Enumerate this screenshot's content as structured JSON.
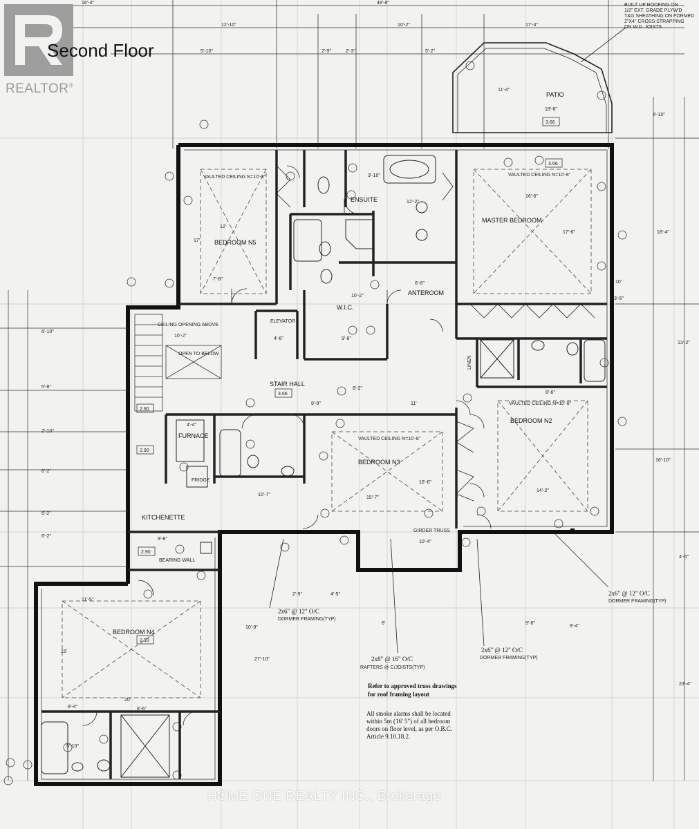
{
  "header": {
    "title": "Second Floor"
  },
  "branding": {
    "realtor_wordmark": "REALTOR",
    "realtor_mark": "®",
    "watermark": "HOME ONE REALTY INC., Brokerage"
  },
  "rooms": {
    "bedroom_n5": "BEDROOM N5",
    "ensuite": "ENSUITE",
    "master_bedroom": "MASTER BEDROOM",
    "patio": "PATIO",
    "elevator": "ELEVATOR",
    "wic": "W.I.C.",
    "anteroom": "ANTEROOM",
    "stair_hall": "STAIR HALL",
    "open_to_below": "OPEN TO BELOW",
    "linen": "LINEN",
    "furnace": "FURNACE",
    "kitchenette": "KITCHENETTE",
    "bedroom_n3": "BEDROOM N3",
    "bedroom_n2": "BEDROOM N2",
    "bedroom_n4": "BEDROOM N4",
    "bearing_wall": "BEARING WALL",
    "girder_truss": "GIRDER TRUSS",
    "fridge": "FRIDGE"
  },
  "notes": {
    "roofing_1": "BUILT UP ROOFING ON",
    "roofing_2": "1/2\" EXT. GRADE PLYW'D",
    "roofing_3": "T&G SHEATHING ON FORMED",
    "roofing_4": "2\"X4\" CROSS STRAPPING",
    "roofing_5": "ON W.D. JOISTS",
    "dormer_1a": "2x6\" @ 12\" O/C",
    "dormer_1b": "DORMER FRAMING(TYP)",
    "dormer_2a": "2x6\" @ 12\" O/C",
    "dormer_2b": "DORMER FRAMING(TYP)",
    "dormer_3a": "2x6\" @ 12\" O/C",
    "dormer_3b": "DORMER FRAMING(TYP)",
    "rafters_a": "2x8\" @ 16\" O/C",
    "rafters_b": "RAFTERS @ C/JOISTS(TYP)",
    "truss_1": "Refer to approved truss drawings",
    "truss_2": "for roof framing layout",
    "smoke_1": "All smoke alarms shall be located",
    "smoke_2": "within 5m (16' 5\") of all bedroom",
    "smoke_3": "doors on floor level, as per O.B.C.",
    "smoke_4": "Article 9.10.18.2."
  },
  "dimensions": {
    "top_overall": "48'-8\"",
    "top_left": "16'-4\"",
    "top_b": "12'-10\"",
    "top_c": "5'-10\"",
    "top_d": "10'-2\"",
    "top_e": "17'-4\"",
    "top_f": "2'-9\"",
    "top_g": "2'-3\"",
    "top_h": "5'-2\"",
    "patio_w": "11'-4\"",
    "patio_d": "18'-8\"",
    "right_a": "6'-10\"",
    "right_b": "18'-4\"",
    "right_c": "10'",
    "right_d": "3'-6\"",
    "right_e": "13'-2\"",
    "right_f": "16'-10\"",
    "right_g": "4'-6\"",
    "right_h": "23'-4\"",
    "left_a": "6'-10\"",
    "left_b": "5'-8\"",
    "left_c": "2'-10\"",
    "left_d": "6'-2\"",
    "left_e": "6'-2\"",
    "left_f": "6'-2\"",
    "n5_w": "12'",
    "n5_h": "17'",
    "n5_c": "7'-8\"",
    "ens_a": "3'-10\"",
    "ens_b": "12'-2\"",
    "mb_a": "16'-6\"",
    "mb_b": "17'-6\"",
    "wic_a": "10'-2\"",
    "wic_b": "9'-8\"",
    "ante_a": "6'-6\"",
    "elev": "4'-6\"",
    "stair_a": "10'-2\"",
    "stair_b": "8'-9\"",
    "stair_c": "8'-2\"",
    "stair_d": "11'",
    "n3_a": "15'-7\"",
    "n3_b": "10'-7\"",
    "n3_c": "16'-6\"",
    "n2_a": "14'-2\"",
    "n2_b": "8'-6\"",
    "kit_a": "9'-8\"",
    "kit_b": "4'-4\"",
    "n4_a": "11'-5\"",
    "n4_b": "15'",
    "n4_c": "20'",
    "n4_d": "8'-4\"",
    "n4_e": "8'-6\"",
    "n4_f": "5'-10\"",
    "mid_a": "10'-8\"",
    "mid_b": "27'-10\"",
    "mid_c": "2'-9\"",
    "mid_d": "4'-5\"",
    "bot_a": "6'",
    "bot_b": "5'-8\"",
    "bot_c": "9'-4\"",
    "bot_d": "10'-4\""
  },
  "tags": {
    "ceiling_n5": "VAULTED CEILING N=10'-8\"",
    "ceiling_mb": "VAULTED CEILING N=10'-8\"",
    "ceiling_n3": "VAULTED CEILING N=10'-8\"",
    "ceiling_n2": "VAULTED CEILING N=10'-8\"",
    "ceiling_open": "CEILING OPENING ABOVE",
    "h_366a": "3.66",
    "h_366b": "3.66",
    "h_366c": "3.66",
    "h_290a": "2.90",
    "h_290b": "2.90",
    "h_290c": "2.90",
    "h_290d": "2.90"
  }
}
